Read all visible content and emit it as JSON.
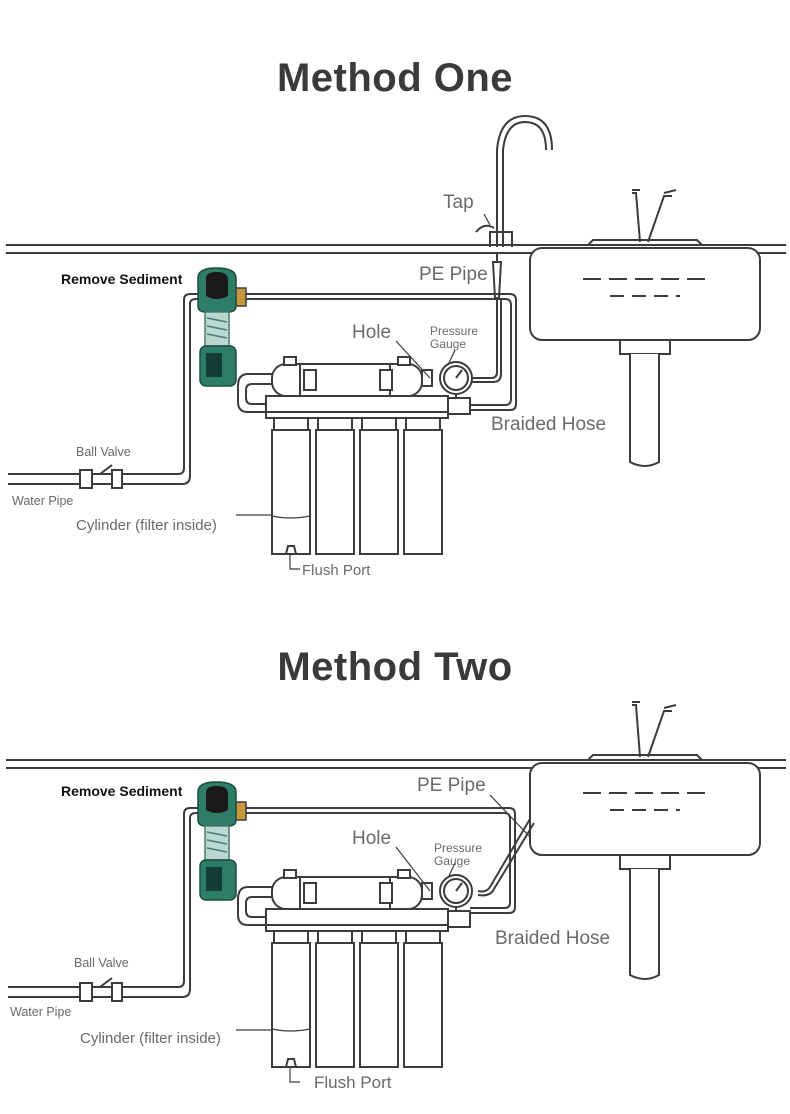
{
  "method_one": {
    "title": "Method One",
    "labels": {
      "tap": "Tap",
      "pe_pipe": "PE Pipe",
      "remove_sediment": "Remove Sediment",
      "hole": "Hole",
      "pressure_gauge": "Pressure\nGauge",
      "braided_hose": "Braided Hose",
      "ball_valve": "Ball Valve",
      "water_pipe": "Water Pipe",
      "cylinder": "Cylinder (filter inside)",
      "flush_port": "Flush Port"
    }
  },
  "method_two": {
    "title": "Method Two",
    "labels": {
      "pe_pipe": "PE Pipe",
      "remove_sediment": "Remove Sediment",
      "hole": "Hole",
      "pressure_gauge": "Pressure\nGauge",
      "braided_hose": "Braided Hose",
      "ball_valve": "Ball Valve",
      "water_pipe": "Water Pipe",
      "cylinder": "Cylinder (filter inside)",
      "flush_port": "Flush Port"
    }
  },
  "colors": {
    "line": "#3c3c3c",
    "prefilter_green": "#2e7d66",
    "brass": "#c8963e",
    "label": "#6a6a6a"
  }
}
